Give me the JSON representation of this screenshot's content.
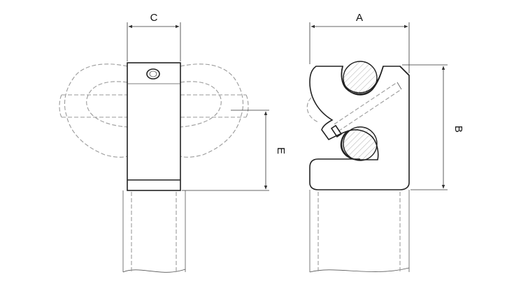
{
  "drawing": {
    "dimensions": {
      "a": "A",
      "b": "B",
      "c": "C",
      "e": "E"
    }
  }
}
